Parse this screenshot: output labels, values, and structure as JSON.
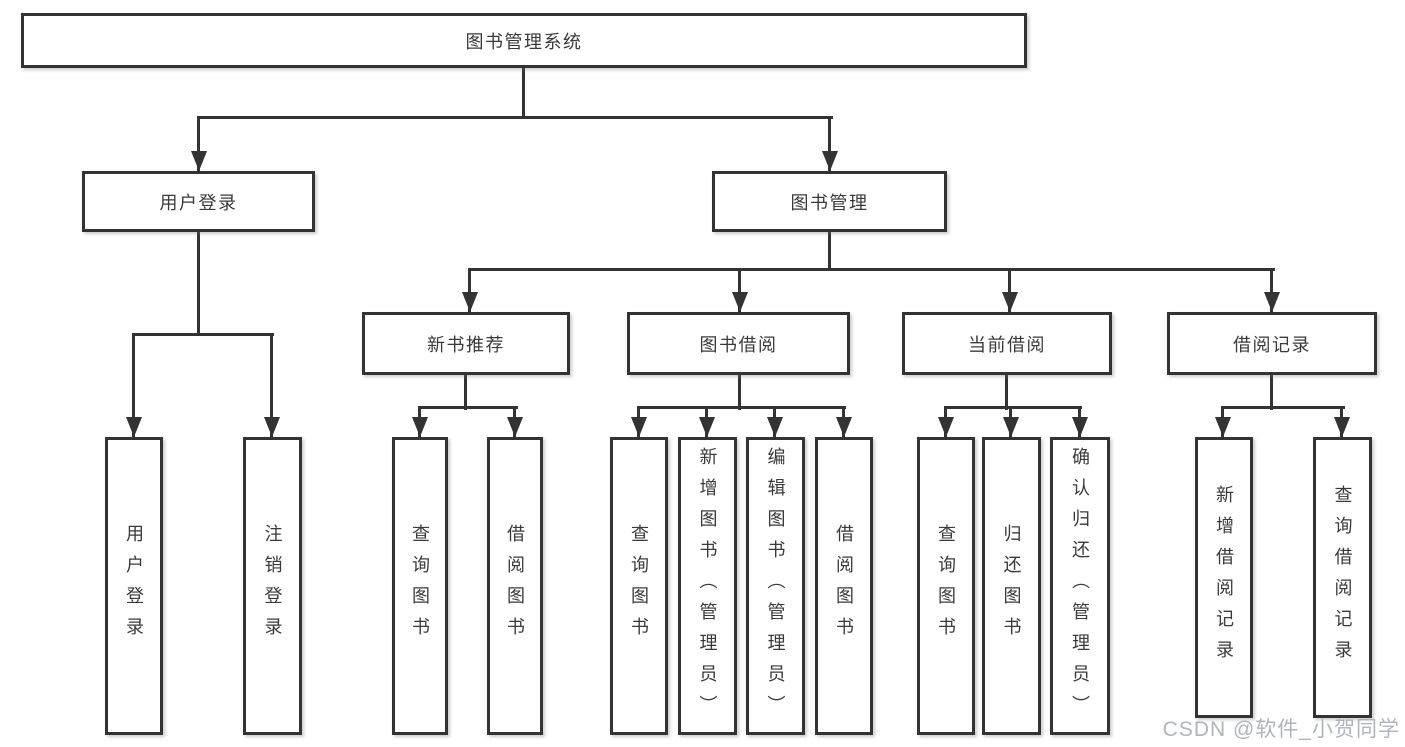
{
  "nodes": {
    "root": "图书管理系统",
    "user_login": "用户登录",
    "book_management": "图书管理",
    "new_book_recommend": "新书推荐",
    "book_borrowing": "图书借阅",
    "current_borrowing": "当前借阅",
    "borrowing_records": "借阅记录",
    "leaves": [
      "用户登录",
      "注销登录",
      "查询图书",
      "借阅图书",
      "查询图书",
      "新增图书（管理员）",
      "编辑图书（管理员）",
      "借阅图书",
      "查询图书",
      "归还图书",
      "确认归还（管理员）",
      "新增借阅记录",
      "查询借阅记录"
    ]
  },
  "watermark": "CSDN @软件_小贺同学",
  "colors": {
    "line": "#333333",
    "text": "#3a3a3a",
    "background": "#ffffff",
    "watermark": "#b0b4bc"
  }
}
